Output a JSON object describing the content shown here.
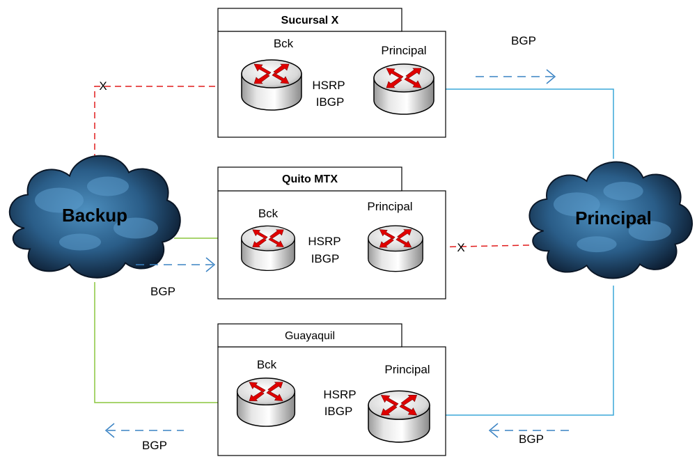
{
  "clouds": {
    "backup": {
      "label": "Backup"
    },
    "principal": {
      "label": "Principal"
    }
  },
  "sites": [
    {
      "title": "Sucursal X",
      "bck": "Bck",
      "principal": "Principal",
      "link1": "HSRP",
      "link2": "IBGP"
    },
    {
      "title": "Quito MTX",
      "bck": "Bck",
      "principal": "Principal",
      "link1": "HSRP",
      "link2": "IBGP"
    },
    {
      "title": "Guayaquil",
      "bck": "Bck",
      "principal": "Principal",
      "link1": "HSRP",
      "link2": "IBGP"
    }
  ],
  "annotations": {
    "bgp_top_right": "BGP",
    "bgp_mid_left": "BGP",
    "bgp_bottom_left": "BGP",
    "bgp_bottom_right": "BGP",
    "x_top": "X",
    "x_mid": "X"
  },
  "colors": {
    "red_dashed": "#e11b1b",
    "blue_link": "#3aa7d8",
    "green_link": "#8cc63f",
    "arrow_blue": "#3a83c4",
    "router_arrow": "#e00000",
    "cloud_dark": "#0e1e33",
    "cloud_light": "#3d7fae"
  }
}
